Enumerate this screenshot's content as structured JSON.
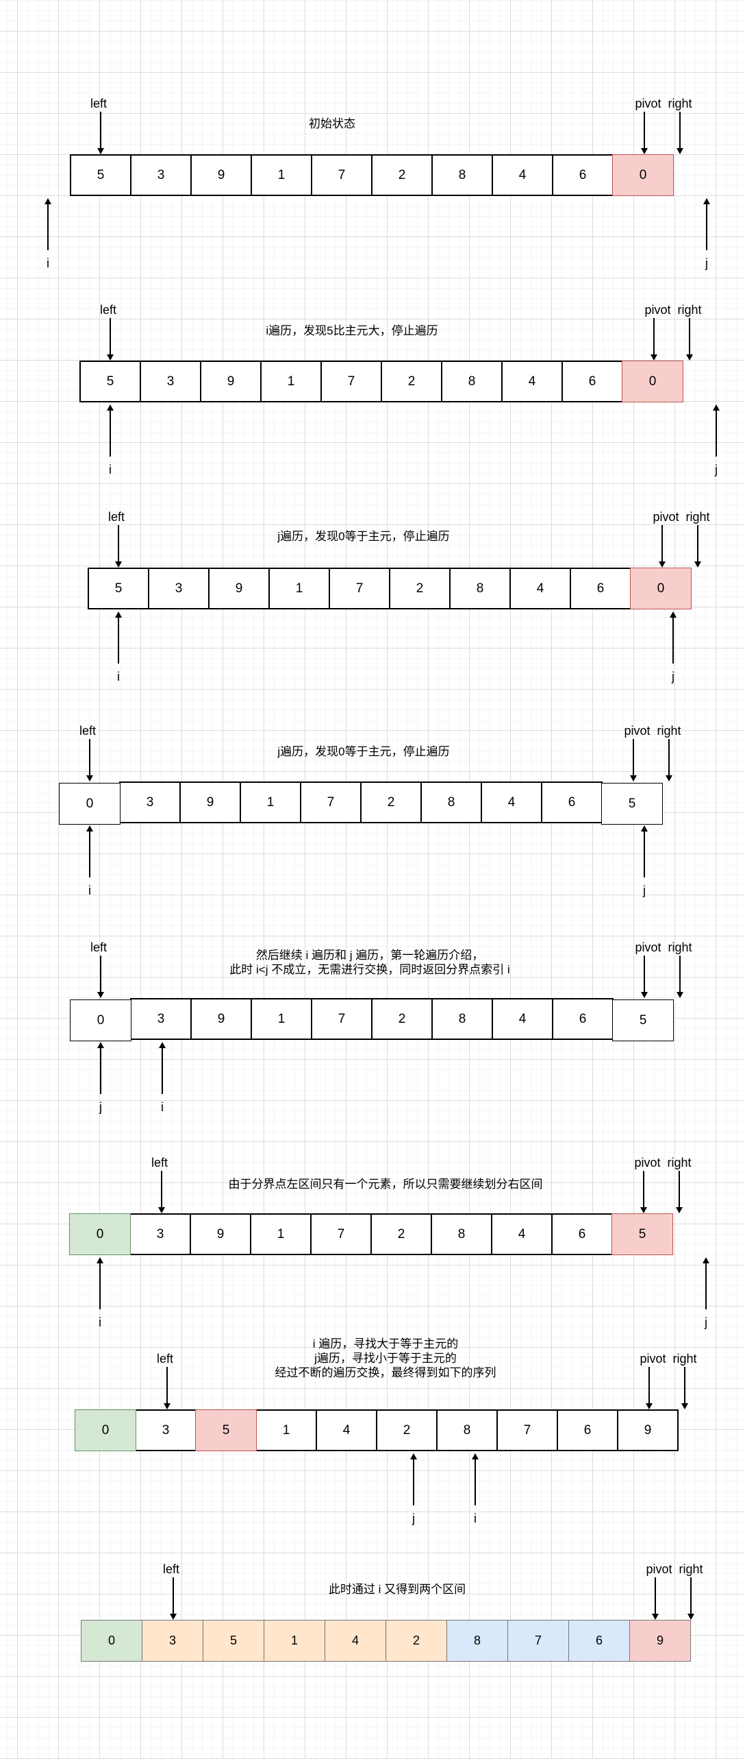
{
  "diagram_title": "quicksort-partition-steps",
  "labels": {
    "left": "left",
    "pivot_right": "pivot right"
  },
  "colors": {
    "cell_fill": "#ffffff",
    "cell_border": "#000000",
    "pink_fill": "#f8cecc",
    "pink_border": "#b85450",
    "green_fill": "#d5e8d4",
    "green_border": "#668f66",
    "orange_fill": "#ffe6cc",
    "blue_fill": "#dae8fc",
    "light_border": "#777777"
  },
  "sections": [
    {
      "title_lines": [
        "初始状态"
      ],
      "cells": [
        {
          "v": "5",
          "color": "white"
        },
        {
          "v": "3",
          "color": "white"
        },
        {
          "v": "9",
          "color": "white"
        },
        {
          "v": "1",
          "color": "white"
        },
        {
          "v": "7",
          "color": "white"
        },
        {
          "v": "2",
          "color": "white"
        },
        {
          "v": "8",
          "color": "white"
        },
        {
          "v": "4",
          "color": "white"
        },
        {
          "v": "6",
          "color": "white"
        },
        {
          "v": "0",
          "color": "pink"
        }
      ],
      "left_cell": 0,
      "pivot_cell": 9,
      "bottom": [
        {
          "label": "i",
          "pos": "outside-left"
        },
        {
          "label": "j",
          "pos": "outside-right"
        }
      ]
    },
    {
      "title_lines": [
        "i遍历，发现5比主元大，停止遍历"
      ],
      "cells": [
        {
          "v": "5",
          "color": "white"
        },
        {
          "v": "3",
          "color": "white"
        },
        {
          "v": "9",
          "color": "white"
        },
        {
          "v": "1",
          "color": "white"
        },
        {
          "v": "7",
          "color": "white"
        },
        {
          "v": "2",
          "color": "white"
        },
        {
          "v": "8",
          "color": "white"
        },
        {
          "v": "4",
          "color": "white"
        },
        {
          "v": "6",
          "color": "white"
        },
        {
          "v": "0",
          "color": "pink"
        }
      ],
      "left_cell": 0,
      "pivot_cell": 9,
      "bottom": [
        {
          "label": "i",
          "pos": "cell",
          "cell": 0
        },
        {
          "label": "j",
          "pos": "outside-right"
        }
      ]
    },
    {
      "title_lines": [
        "j遍历，发现0等于主元，停止遍历"
      ],
      "cells": [
        {
          "v": "5",
          "color": "white"
        },
        {
          "v": "3",
          "color": "white"
        },
        {
          "v": "9",
          "color": "white"
        },
        {
          "v": "1",
          "color": "white"
        },
        {
          "v": "7",
          "color": "white"
        },
        {
          "v": "2",
          "color": "white"
        },
        {
          "v": "8",
          "color": "white"
        },
        {
          "v": "4",
          "color": "white"
        },
        {
          "v": "6",
          "color": "white"
        },
        {
          "v": "0",
          "color": "pink"
        }
      ],
      "left_cell": 0,
      "pivot_cell": 9,
      "bottom": [
        {
          "label": "i",
          "pos": "cell",
          "cell": 0
        },
        {
          "label": "j",
          "pos": "cell",
          "cell": 9
        }
      ]
    },
    {
      "title_lines": [
        "j遍历，发现0等于主元，停止遍历"
      ],
      "cells": [
        {
          "v": "0",
          "color": "white",
          "detached": true
        },
        {
          "v": "3",
          "color": "white"
        },
        {
          "v": "9",
          "color": "white"
        },
        {
          "v": "1",
          "color": "white"
        },
        {
          "v": "7",
          "color": "white"
        },
        {
          "v": "2",
          "color": "white"
        },
        {
          "v": "8",
          "color": "white"
        },
        {
          "v": "4",
          "color": "white"
        },
        {
          "v": "6",
          "color": "white"
        },
        {
          "v": "5",
          "color": "white",
          "detached": true
        }
      ],
      "left_cell": 0,
      "pivot_cell": 9,
      "bottom": [
        {
          "label": "i",
          "pos": "cell",
          "cell": 0
        },
        {
          "label": "j",
          "pos": "cell",
          "cell": 9
        }
      ]
    },
    {
      "title_lines": [
        "然后继续 i 遍历和 j 遍历，第一轮遍历介绍，",
        "此时 i<j 不成立，无需进行交换，同时返回分界点索引 i"
      ],
      "cells": [
        {
          "v": "0",
          "color": "white",
          "detached": true
        },
        {
          "v": "3",
          "color": "white"
        },
        {
          "v": "9",
          "color": "white"
        },
        {
          "v": "1",
          "color": "white"
        },
        {
          "v": "7",
          "color": "white"
        },
        {
          "v": "2",
          "color": "white"
        },
        {
          "v": "8",
          "color": "white"
        },
        {
          "v": "4",
          "color": "white"
        },
        {
          "v": "6",
          "color": "white"
        },
        {
          "v": "5",
          "color": "white",
          "detached": true
        }
      ],
      "left_cell": 0,
      "pivot_cell": 9,
      "bottom": [
        {
          "label": "j",
          "pos": "cell",
          "cell": 0
        },
        {
          "label": "i",
          "pos": "cell",
          "cell": 1
        }
      ]
    },
    {
      "title_lines": [
        "由于分界点左区间只有一个元素，所以只需要继续划分右区间"
      ],
      "cells": [
        {
          "v": "0",
          "color": "green"
        },
        {
          "v": "3",
          "color": "white"
        },
        {
          "v": "9",
          "color": "white"
        },
        {
          "v": "1",
          "color": "white"
        },
        {
          "v": "7",
          "color": "white"
        },
        {
          "v": "2",
          "color": "white"
        },
        {
          "v": "8",
          "color": "white"
        },
        {
          "v": "4",
          "color": "white"
        },
        {
          "v": "6",
          "color": "white"
        },
        {
          "v": "5",
          "color": "pink"
        }
      ],
      "left_cell": 1,
      "pivot_cell": 9,
      "bottom": [
        {
          "label": "i",
          "pos": "cell",
          "cell": 0
        },
        {
          "label": "j",
          "pos": "outside-right"
        }
      ]
    },
    {
      "title_lines": [
        "i 遍历，寻找大于等于主元的",
        "j遍历，寻找小于等于主元的",
        "经过不断的遍历交换，最终得到如下的序列"
      ],
      "cells": [
        {
          "v": "0",
          "color": "green"
        },
        {
          "v": "3",
          "color": "white"
        },
        {
          "v": "5",
          "color": "pink"
        },
        {
          "v": "1",
          "color": "white"
        },
        {
          "v": "4",
          "color": "white"
        },
        {
          "v": "2",
          "color": "white"
        },
        {
          "v": "8",
          "color": "white"
        },
        {
          "v": "7",
          "color": "white"
        },
        {
          "v": "6",
          "color": "white"
        },
        {
          "v": "9",
          "color": "white"
        }
      ],
      "left_cell": 1,
      "pivot_cell": 9,
      "bottom": [
        {
          "label": "j",
          "pos": "cell",
          "cell": 5
        },
        {
          "label": "i",
          "pos": "cell",
          "cell": 6
        }
      ]
    },
    {
      "title_lines": [
        "此时通过 i 又得到两个区间"
      ],
      "style": "light",
      "cells": [
        {
          "v": "0",
          "color": "green"
        },
        {
          "v": "3",
          "color": "orange"
        },
        {
          "v": "5",
          "color": "orange"
        },
        {
          "v": "1",
          "color": "orange"
        },
        {
          "v": "4",
          "color": "orange"
        },
        {
          "v": "2",
          "color": "orange"
        },
        {
          "v": "8",
          "color": "blue"
        },
        {
          "v": "7",
          "color": "blue"
        },
        {
          "v": "6",
          "color": "blue"
        },
        {
          "v": "9",
          "color": "pink"
        }
      ],
      "left_cell": 1,
      "pivot_cell": 9,
      "bottom": []
    }
  ]
}
